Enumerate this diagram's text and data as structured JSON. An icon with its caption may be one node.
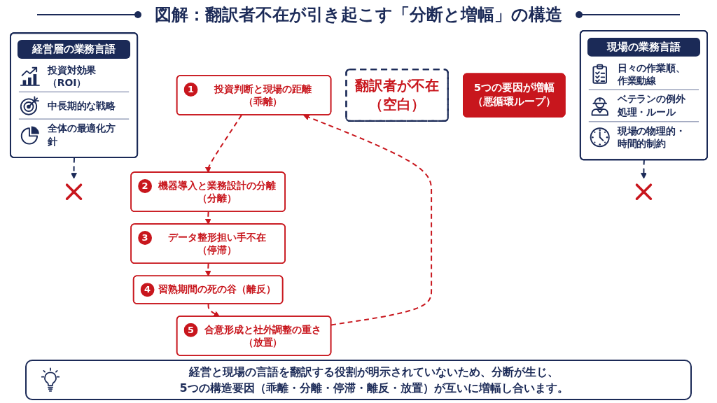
{
  "diagram": {
    "title": "図解：翻訳者不在が引き起こす「分断と増幅」の構造",
    "nodes": [
      {
        "text": [
          "経営層の業務言語",
          "投資対効果（ROI）",
          "中長期的な戦略",
          "全体の最適化方針"
        ]
      },
      {
        "text": [],
        "shape": "cross"
      },
      {
        "text": [
          "1",
          "投資判断と現場の距離（乖離）"
        ]
      },
      {
        "text": [
          "2",
          "機器導入と業務設計の分離（分離）"
        ]
      },
      {
        "text": [
          "3",
          "データ整形担い手不在（停滞）"
        ]
      },
      {
        "text": [
          "4",
          "習熟期間の死の谷（離反）"
        ]
      },
      {
        "text": [
          "5",
          "合意形成と社外調整の重さ（放置）"
        ]
      },
      {
        "text": [
          "翻訳者が不在（空白）"
        ]
      },
      {
        "text": [
          "5つの要因が増幅（悪循環ループ）"
        ]
      },
      {
        "text": [],
        "shape": "cross"
      },
      {
        "text": [
          "現場の業務言語",
          "日々の作業順、作業動線",
          "ベテランの例外処理・ルール",
          "現場の物理的・時間的制約"
        ]
      }
    ],
    "edges": [
      {
        "from": 2,
        "to": 3,
        "arrow": "to",
        "style": "dashed"
      },
      {
        "from": 3,
        "to": 4,
        "arrow": "to",
        "style": "dashed"
      },
      {
        "from": 4,
        "to": 5,
        "arrow": "to",
        "style": "dashed"
      },
      {
        "from": 5,
        "to": 6,
        "arrow": "to",
        "style": "dashed"
      },
      {
        "from": 6,
        "to": 2,
        "arrow": "to",
        "style": "dashed"
      },
      {
        "from": 0,
        "to": 1,
        "arrow": "to",
        "style": "dashed",
        "color": "#1b2a57"
      },
      {
        "from": 10,
        "to": 9,
        "arrow": "to",
        "style": "dashed",
        "color": "#1b2a57"
      }
    ],
    "caption": "経営と現場の言語を翻訳する役割が明示されていないため、分断が生じ、5つの構造要因（乖離・分離・停滞・離反・放置）が互いに増幅し合います。"
  }
}
